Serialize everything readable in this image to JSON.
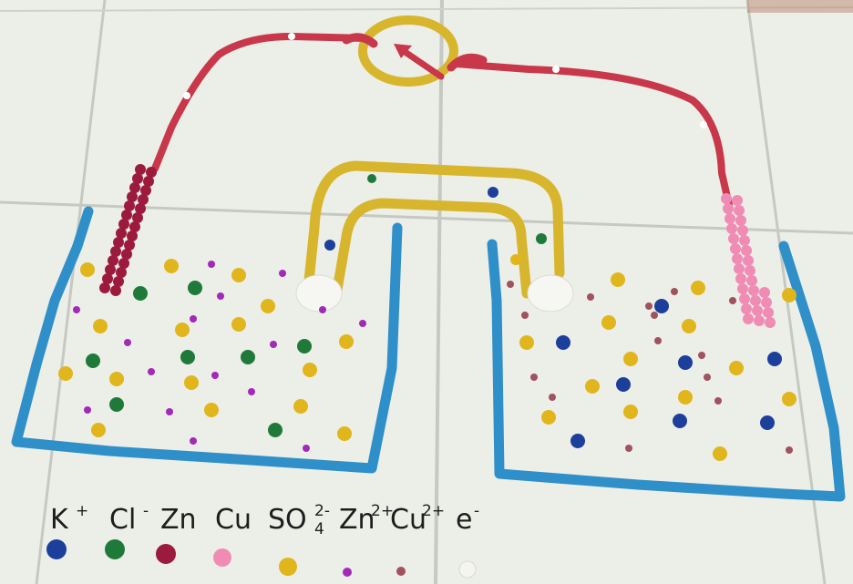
{
  "legend": [
    {
      "name": "K",
      "sup": "+",
      "sub": "",
      "color": "#1d3f9c",
      "size": "large"
    },
    {
      "name": "Cl",
      "sup": "-",
      "sub": "",
      "color": "#1f7a3a",
      "size": "large"
    },
    {
      "name": "Zn",
      "sup": "",
      "sub": "",
      "color": "#9c1a3c",
      "size": "large"
    },
    {
      "name": "Cu",
      "sup": "",
      "sub": "",
      "color": "#f08cb4",
      "size": "large"
    },
    {
      "name": "SO",
      "sup": "2-",
      "sub": "4",
      "color": "#e0b61c",
      "size": "large"
    },
    {
      "name": "Zn",
      "sup": "2+",
      "sub": "",
      "color": "#a32ab8",
      "size": "small"
    },
    {
      "name": "Cu",
      "sup": "2+",
      "sub": "",
      "color": "#a0525e",
      "size": "small"
    },
    {
      "name": "e",
      "sup": "-",
      "sub": "",
      "color": "#f4f4f0",
      "size": "medium"
    }
  ],
  "colors": {
    "background": "#e9ebe6",
    "tile_grout": "#c9ccc4",
    "wire": "#c8374a",
    "container": "#2f8fc9",
    "salt_bridge": "#d7b52c",
    "meter": "#d7b52c",
    "zn_electrode": "#9c1a3c",
    "cu_electrode": "#f08cb4",
    "plug": "#f6f6f2"
  }
}
